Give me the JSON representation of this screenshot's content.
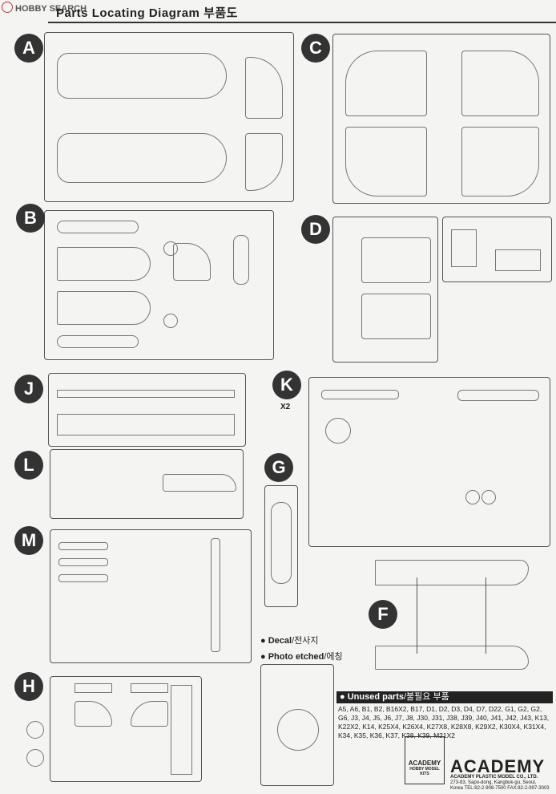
{
  "header": {
    "watermark": "HOBBY SEARCH",
    "title": "Parts Locating Diagram",
    "title_kr": "부품도"
  },
  "sprues": [
    "A",
    "C",
    "B",
    "D",
    "J",
    "K",
    "L",
    "G",
    "M",
    "F",
    "H"
  ],
  "k_count": "X2",
  "decal": {
    "label": "Decal",
    "kr": "/전사지"
  },
  "photo_etched": {
    "label": "Photo etched",
    "kr": "/에칭"
  },
  "unused": {
    "title": "Unused parts",
    "title_kr": "/불필요 부품",
    "text": "A5, A6, B1, B2, B16X2, B17, D1, D2, D3, D4, D7, D22, G1, G2, G2, G6, J3, J4, J5, J6, J7, J8, J30, J31, J38, J39, J40, J41, J42, J43, K13, K22X2, K14, K25X4, K26X4, K27X8, K28X8, K29X2, K30X4, K31X4, K34, K35, K36, K37, K38, K39, M21X2"
  },
  "academy_box": "ACADEMY",
  "academy_box_sub": "HOBBY MODEL KITS",
  "brand": "ACADEMY",
  "brand_sub": "ACADEMY PLASTIC MODEL CO., LTD.",
  "brand_addr": "273-83, Sapo-dong, Kangbuk-gu, Seoul, Korea TEL:82-2-908-7500 FAX:82-2-997-3003"
}
